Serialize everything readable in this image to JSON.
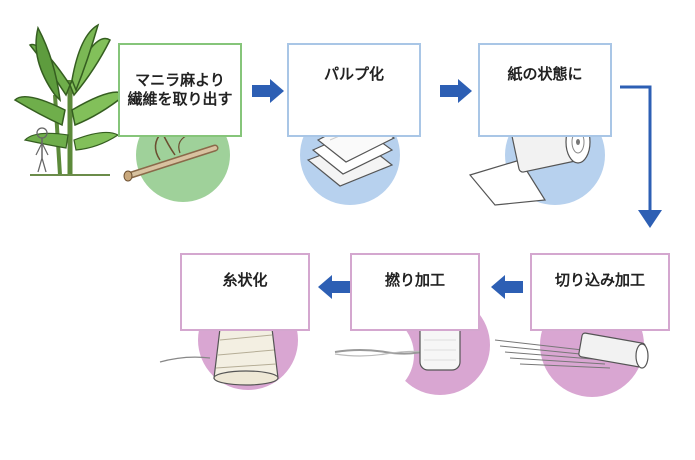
{
  "colors": {
    "green_box": "#86c57a",
    "green_circle": "#9fd19a",
    "blue_box": "#a9c6e6",
    "blue_circle": "#b7d1ee",
    "pink_box": "#d4a7cf",
    "pink_circle": "#d9a6d2",
    "arrow": "#2d5fb4"
  },
  "steps": [
    {
      "label": "マニラ麻より\n繊維を取り出す",
      "illustration": "fiber-stick"
    },
    {
      "label": "パルプ化",
      "illustration": "pulp-sheets"
    },
    {
      "label": "紙の状態に",
      "illustration": "paper-roll"
    },
    {
      "label": "切り込み加工",
      "illustration": "slit-paper-roll"
    },
    {
      "label": "撚り加工",
      "illustration": "twisted-yarn-spool"
    },
    {
      "label": "糸状化",
      "illustration": "thread-cone"
    }
  ]
}
